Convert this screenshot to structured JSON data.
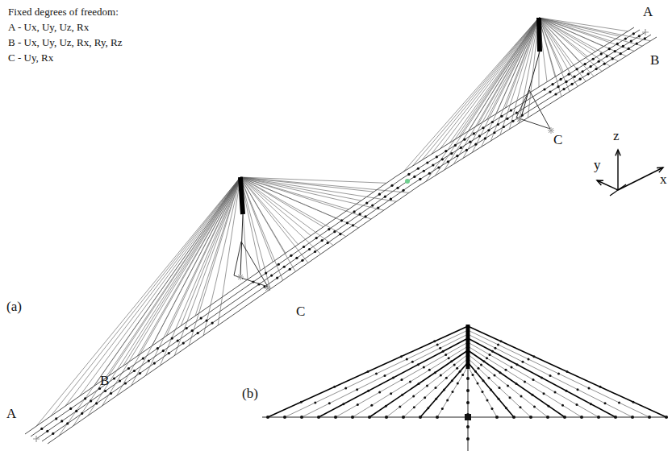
{
  "diagram": {
    "labels": [
      "Fixed degrees of freedom:",
      "A - Ux, Uy, Uz, Rx",
      "B - Ux, Uy, Uz, Rx, Ry, Rz",
      "C - Uy, Rx",
      "A",
      "B",
      "C",
      "(a)",
      "C",
      "B",
      "A",
      "z",
      "y",
      "x",
      "(b)"
    ]
  }
}
